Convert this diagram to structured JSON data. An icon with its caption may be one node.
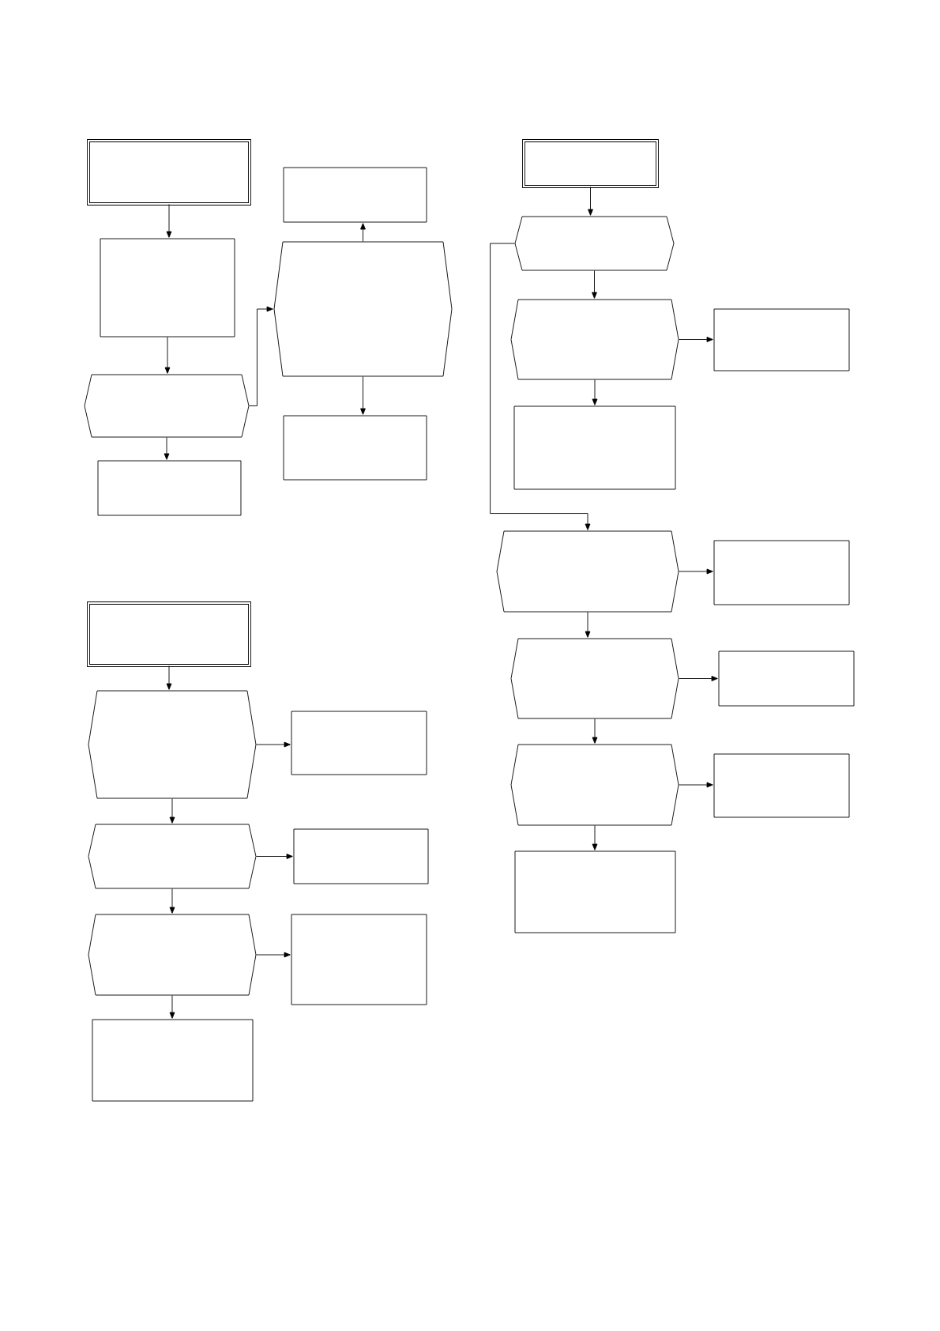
{
  "diagram": {
    "nodes": [
      {
        "text": [],
        "shape": "frame"
      },
      {
        "text": [],
        "shape": "frame"
      },
      {
        "text": [],
        "shape": "box"
      },
      {
        "text": [],
        "shape": "hexagon"
      },
      {
        "text": [],
        "shape": "box"
      },
      {
        "text": [],
        "shape": "hexagon"
      },
      {
        "text": [],
        "shape": "hexagon"
      },
      {
        "text": [],
        "shape": "box"
      },
      {
        "text": [],
        "shape": "hexagon"
      },
      {
        "text": [],
        "shape": "box"
      },
      {
        "text": [],
        "shape": "box"
      },
      {
        "text": [],
        "shape": "box"
      },
      {
        "text": [],
        "shape": "hexagon"
      },
      {
        "text": [],
        "shape": "box"
      },
      {
        "text": [],
        "shape": "frame"
      },
      {
        "text": [],
        "shape": "hexagon"
      },
      {
        "text": [],
        "shape": "box"
      },
      {
        "text": [],
        "shape": "hexagon"
      },
      {
        "text": [],
        "shape": "box"
      },
      {
        "text": [],
        "shape": "hexagon"
      },
      {
        "text": [],
        "shape": "box"
      },
      {
        "text": [],
        "shape": "hexagon"
      },
      {
        "text": [],
        "shape": "box"
      },
      {
        "text": [],
        "shape": "box"
      },
      {
        "text": [],
        "shape": "hexagon"
      },
      {
        "text": [],
        "shape": "box"
      },
      {
        "text": [],
        "shape": "box"
      }
    ],
    "edges": [
      {
        "from": 0,
        "to": 4,
        "arrow": "to"
      },
      {
        "from": 4,
        "to": 8,
        "arrow": "to"
      },
      {
        "from": 8,
        "to": 11,
        "arrow": "to"
      },
      {
        "from": 8,
        "to": 5,
        "arrow": "to"
      },
      {
        "from": 5,
        "to": 2,
        "arrow": "to"
      },
      {
        "from": 5,
        "to": 10,
        "arrow": "to"
      },
      {
        "from": 1,
        "to": 3,
        "arrow": "to"
      },
      {
        "from": 3,
        "to": 6,
        "arrow": "to"
      },
      {
        "from": 6,
        "to": 7,
        "arrow": "to"
      },
      {
        "from": 6,
        "to": 9,
        "arrow": "to"
      },
      {
        "from": 3,
        "to": 12,
        "arrow": "to"
      },
      {
        "from": 12,
        "to": 13,
        "arrow": "to"
      },
      {
        "from": 12,
        "to": 15,
        "arrow": "to"
      },
      {
        "from": 15,
        "to": 16,
        "arrow": "to"
      },
      {
        "from": 15,
        "to": 19,
        "arrow": "to"
      },
      {
        "from": 19,
        "to": 20,
        "arrow": "to"
      },
      {
        "from": 19,
        "to": 23,
        "arrow": "to"
      },
      {
        "from": 14,
        "to": 17,
        "arrow": "to"
      },
      {
        "from": 17,
        "to": 18,
        "arrow": "to"
      },
      {
        "from": 17,
        "to": 21,
        "arrow": "to"
      },
      {
        "from": 21,
        "to": 22,
        "arrow": "to"
      },
      {
        "from": 21,
        "to": 24,
        "arrow": "to"
      },
      {
        "from": 24,
        "to": 25,
        "arrow": "to"
      },
      {
        "from": 24,
        "to": 26,
        "arrow": "to"
      }
    ]
  }
}
